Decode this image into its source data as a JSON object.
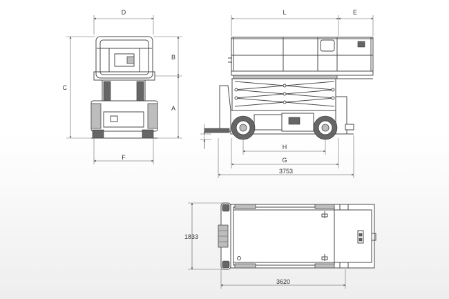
{
  "front_view": {
    "labels": {
      "D": "D",
      "B": "B",
      "C": "C",
      "A": "A",
      "F": "F"
    }
  },
  "side_view": {
    "labels": {
      "L": "L",
      "E": "E",
      "H": "H",
      "G": "G",
      "overall_length": "3753"
    }
  },
  "top_view": {
    "labels": {
      "width": "1833",
      "length": "3620"
    }
  }
}
